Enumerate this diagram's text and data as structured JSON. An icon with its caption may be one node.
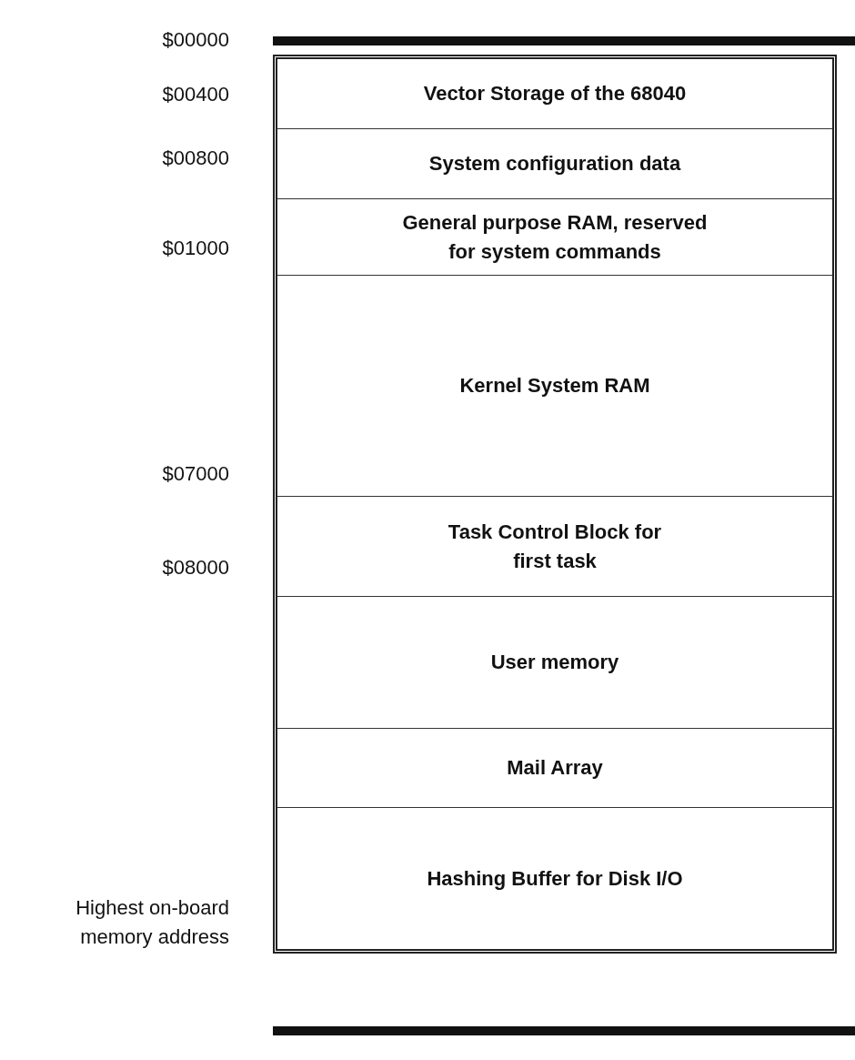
{
  "diagram": {
    "nodes": [
      {
        "text": [],
        "shape": "box"
      },
      {
        "text": [
          "Vector Storage of the 68040"
        ],
        "in": 0
      },
      {
        "text": [
          "System configuration data"
        ],
        "in": 0
      },
      {
        "text": [
          "General purpose RAM, reserved for system commands"
        ],
        "in": 0
      },
      {
        "text": [
          "Kernel System RAM"
        ],
        "in": 0
      },
      {
        "text": [
          "Task Control Block for first task"
        ],
        "in": 0
      },
      {
        "text": [
          "User memory"
        ],
        "in": 0
      },
      {
        "text": [
          "Mail Array"
        ],
        "in": 0
      },
      {
        "text": [
          "Hashing Buffer for Disk I/O"
        ],
        "in": 0
      }
    ],
    "labels": [
      "$00000",
      "$00400",
      "$00800",
      "$01000",
      "$07000",
      "$08000",
      "Highest on-board memory address"
    ]
  }
}
